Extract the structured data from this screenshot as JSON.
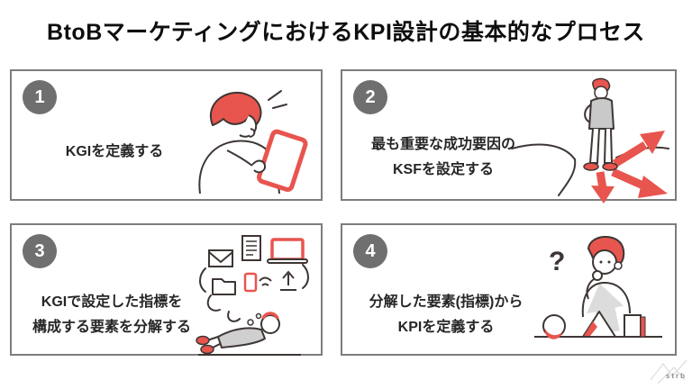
{
  "title": "BtoBマーケティングにおけるKPI設計の基本的なプロセス",
  "colors": {
    "accent_red": "#E8554E",
    "outline_dark": "#3d3634",
    "circle_gray": "#6F6F6F",
    "border_gray": "#7D7D7D",
    "cloth_gray": "#C9C9C9",
    "text_dark": "#262626"
  },
  "steps": [
    {
      "number": "1",
      "line1": "KGIを定義する",
      "line2": "",
      "illustration": "person-reading-tablet"
    },
    {
      "number": "2",
      "line1": "最も重要な成功要因の",
      "line2": "KSFを設定する",
      "illustration": "person-at-crossroads-arrows"
    },
    {
      "number": "3",
      "line1": "KGIで設定した指標を",
      "line2": "構成する要素を分解する",
      "illustration": "person-lying-thinking-of-channels"
    },
    {
      "number": "4",
      "line1": "分解した要素(指標)から",
      "line2": "KPIを定義する",
      "illustration": "person-thinking-with-shapes"
    }
  ],
  "icons": {
    "question_mark": "?"
  },
  "watermark": {
    "text": "strb"
  }
}
